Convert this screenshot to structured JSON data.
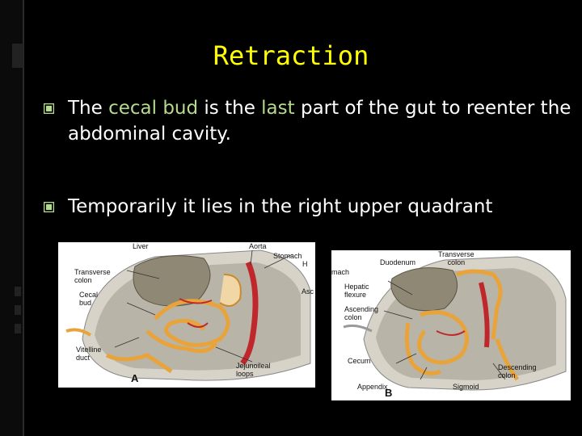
{
  "slide": {
    "title": "Retraction",
    "bullets": [
      {
        "parts": [
          {
            "text": "The ",
            "hl": false
          },
          {
            "text": "cecal bud",
            "hl": true
          },
          {
            "text": " is the ",
            "hl": false
          },
          {
            "text": "last",
            "hl": true
          },
          {
            "text": " part of the gut to reenter the abdominal cavity.",
            "hl": false
          }
        ]
      },
      {
        "parts": [
          {
            "text": "Temporarily it lies in the right upper quadrant",
            "hl": false
          }
        ]
      }
    ],
    "colors": {
      "title": "#ffff00",
      "highlight": "#b5d98d",
      "bullet_marker": "#b5d98d"
    }
  },
  "figure_a": {
    "labels": {
      "liver": "Liver",
      "aorta": "Aorta",
      "stomach": "Stomach",
      "transverse_colon": "Transverse\ncolon",
      "cecal_bud": "Cecal\nbud",
      "vitelline_duct": "Vitelline\nduct",
      "jejunoileal_loops": "Jejunoileal\nloops",
      "letter": "A",
      "partial_h": "H",
      "partial_asc": "Asc",
      "partial_ac": "Asc"
    }
  },
  "figure_b": {
    "labels": {
      "transverse_colon": "Transverse\ncolon",
      "duodenum": "Duodenum",
      "mach": "mach",
      "hepatic_flexure": "Hepatic\nflexure",
      "ascending_colon": "Ascending\ncolon",
      "cecum": "Cecum",
      "appendix": "Appendix",
      "letter": "B",
      "sigmoid": "Sigmoid",
      "descending_colon": "Descending\ncolon"
    }
  }
}
